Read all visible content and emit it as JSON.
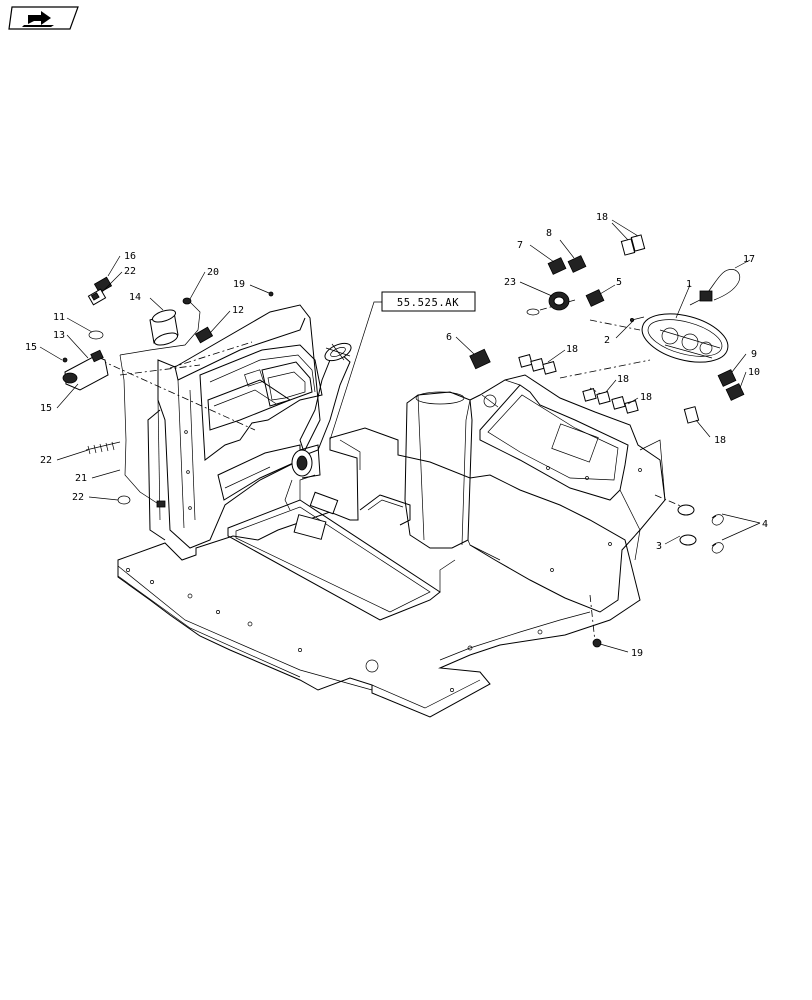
{
  "nav": {
    "icon": "arrow-right-icon"
  },
  "reference_box": {
    "text": "55.525.AK"
  },
  "callouts": [
    {
      "id": "c16a",
      "text": "16"
    },
    {
      "id": "c22a",
      "text": "22"
    },
    {
      "id": "c20",
      "text": "20"
    },
    {
      "id": "c19a",
      "text": "19"
    },
    {
      "id": "c14",
      "text": "14"
    },
    {
      "id": "c12",
      "text": "12"
    },
    {
      "id": "c11",
      "text": "11"
    },
    {
      "id": "c13",
      "text": "13"
    },
    {
      "id": "c15a",
      "text": "15"
    },
    {
      "id": "c15b",
      "text": "15"
    },
    {
      "id": "c22b",
      "text": "22"
    },
    {
      "id": "c21",
      "text": "21"
    },
    {
      "id": "c22c",
      "text": "22"
    },
    {
      "id": "c18a",
      "text": "18"
    },
    {
      "id": "c7",
      "text": "7"
    },
    {
      "id": "c8",
      "text": "8"
    },
    {
      "id": "c17",
      "text": "17"
    },
    {
      "id": "c23",
      "text": "23"
    },
    {
      "id": "c5",
      "text": "5"
    },
    {
      "id": "c1",
      "text": "1"
    },
    {
      "id": "c2",
      "text": "2"
    },
    {
      "id": "c6",
      "text": "6"
    },
    {
      "id": "c18b",
      "text": "18"
    },
    {
      "id": "c9",
      "text": "9"
    },
    {
      "id": "c10",
      "text": "10"
    },
    {
      "id": "c18c",
      "text": "18"
    },
    {
      "id": "c18d",
      "text": "18"
    },
    {
      "id": "c18e",
      "text": "18"
    },
    {
      "id": "c4",
      "text": "4"
    },
    {
      "id": "c3",
      "text": "3"
    },
    {
      "id": "c19b",
      "text": "19"
    }
  ]
}
